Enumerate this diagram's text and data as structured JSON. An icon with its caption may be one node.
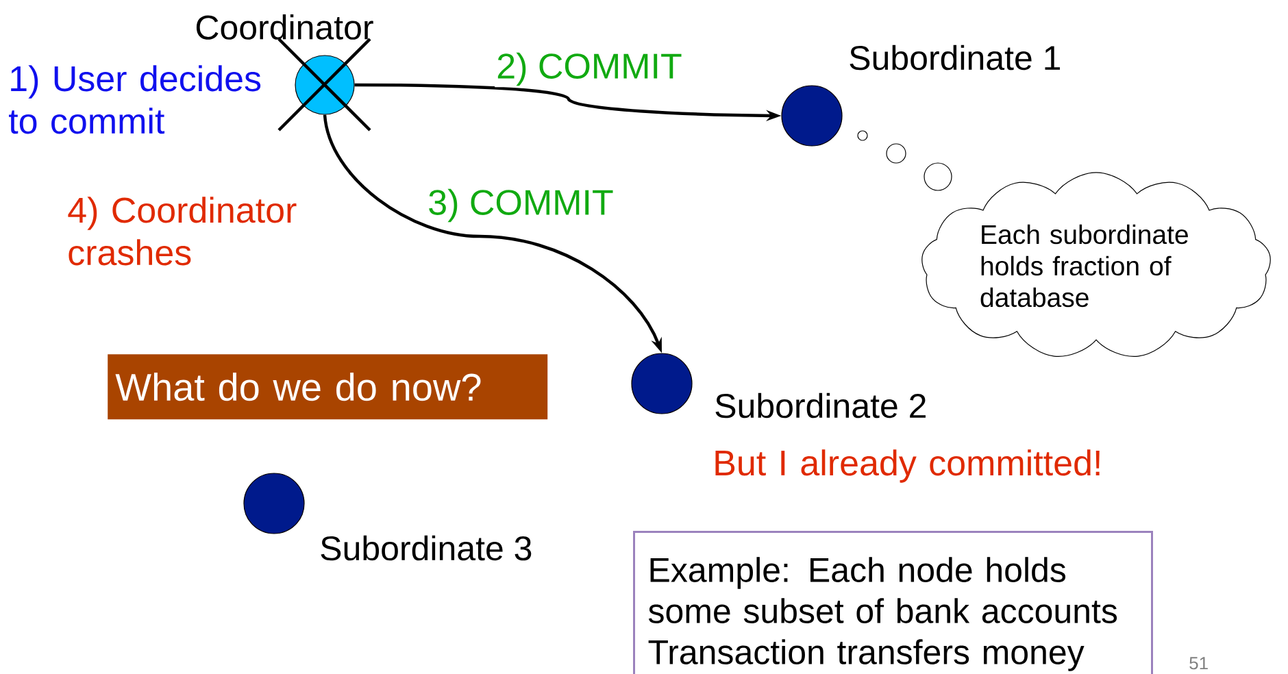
{
  "diagram": {
    "nodes": [
      {
        "text": [
          "Coordinator"
        ]
      },
      {
        "text": [
          "Subordinate 1"
        ]
      },
      {
        "text": [
          "Subordinate 2"
        ]
      },
      {
        "text": [
          "Subordinate 3"
        ]
      },
      {
        "text": [
          "Each subordinate holds fraction of database"
        ]
      },
      {
        "text": [
          "What do we do now?"
        ]
      },
      {
        "text": [
          "Example: Each node holds some subset of bank accounts Transaction transfers money"
        ]
      }
    ],
    "edges": [
      {
        "from": 0,
        "to": 1,
        "arrow": "to",
        "label": "2) COMMIT"
      },
      {
        "from": 0,
        "to": 2,
        "arrow": "to",
        "label": "3) COMMIT"
      }
    ],
    "labels": [
      "1) User decides to commit",
      "4) Coordinator crashes",
      "But I already committed!",
      "51"
    ]
  }
}
